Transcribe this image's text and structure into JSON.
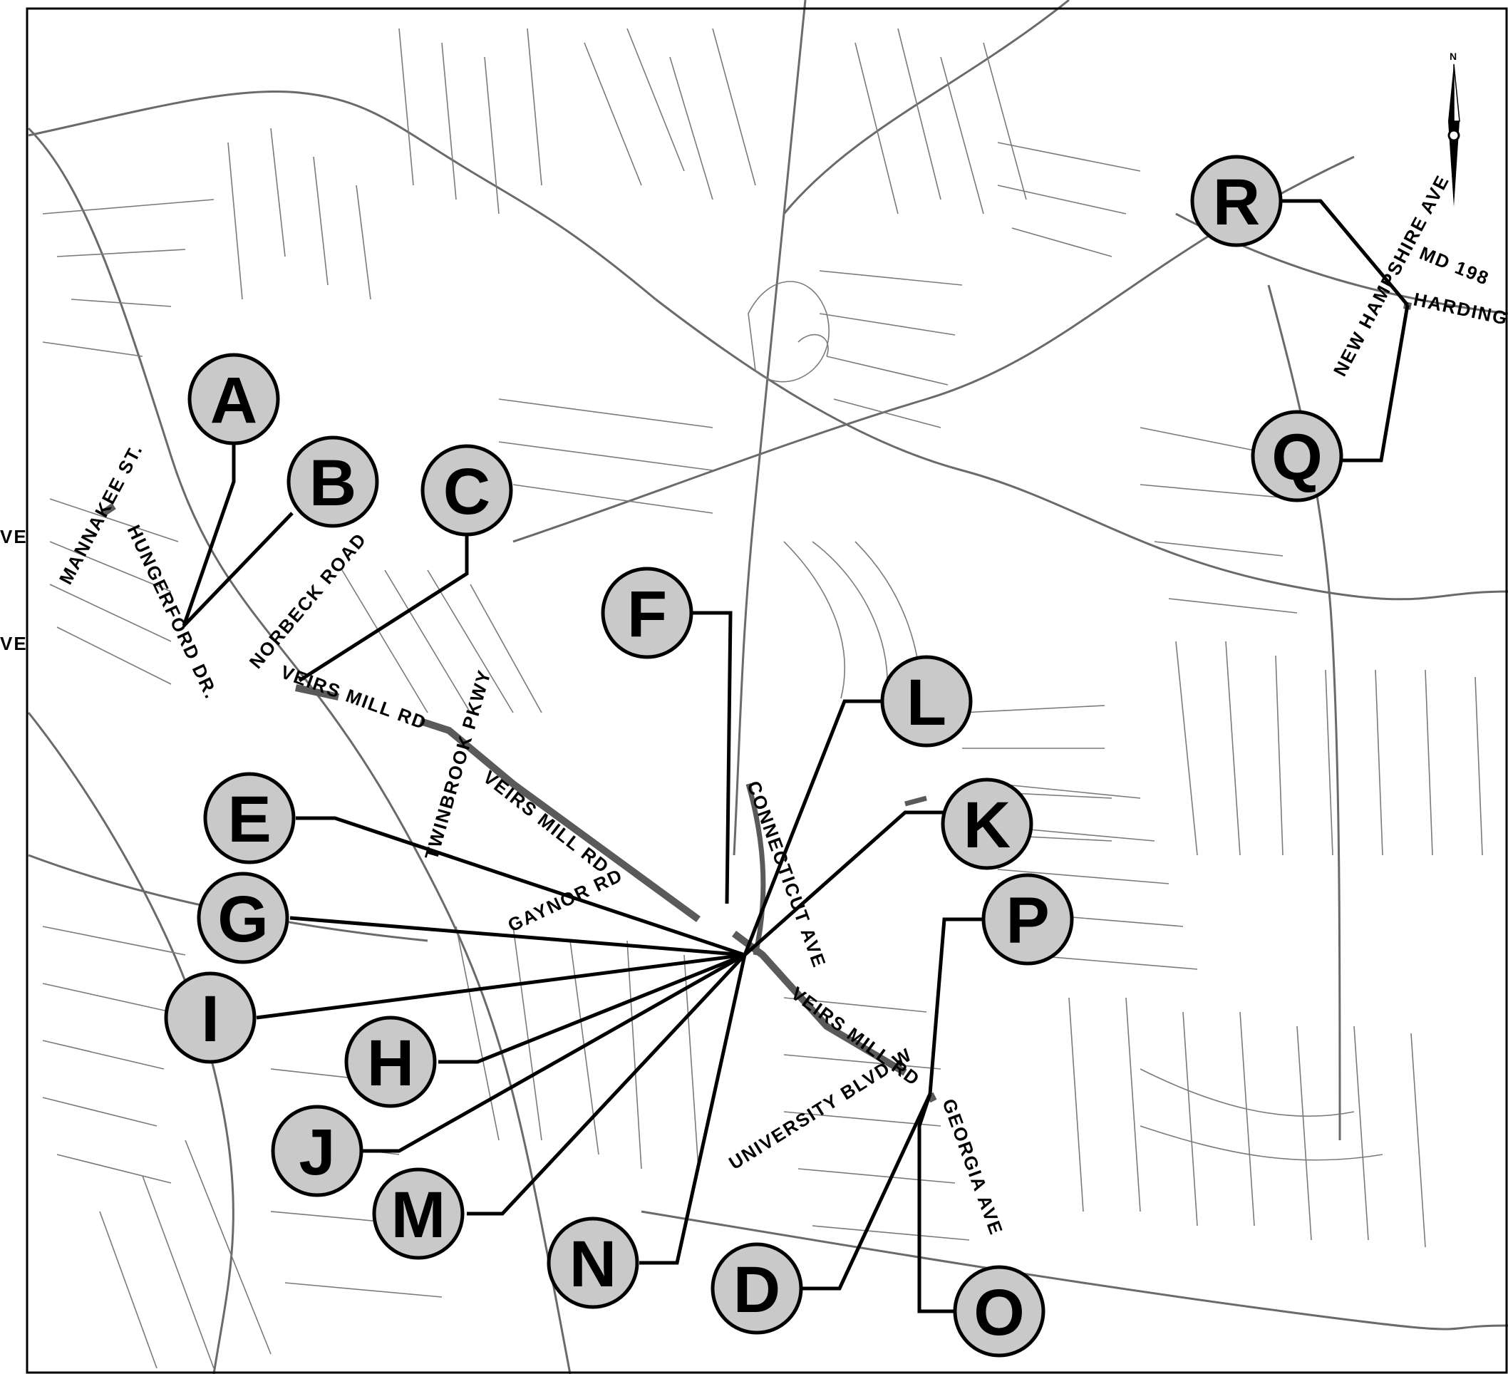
{
  "roads": {
    "mannakee": "MANNAKEE ST.",
    "hungerford": "HUNGERFORD DR.",
    "norbeck": "NORBECK ROAD",
    "veirs1": "VEIRS MILL RD",
    "twinbrook": "TWINBROOK PKWY",
    "veirs2": "VEIRS MILL RD",
    "gaynor": "GAYNOR RD",
    "connecticut": "CONNECTICUT AVE",
    "veirs3": "VEIRS MILL RD",
    "university": "UNIVERSITY BLVD W",
    "georgia": "GEORGIA AVE",
    "newhampshire": "NEW HAMPSHIRE AVE",
    "md198": "MD 198",
    "harding": "HARDING",
    "edge1": "VE",
    "edge2": "VE"
  },
  "markers": {
    "a": "A",
    "b": "B",
    "c": "C",
    "d": "D",
    "e": "E",
    "f": "F",
    "g": "G",
    "h": "H",
    "i": "I",
    "j": "J",
    "k": "K",
    "l": "L",
    "m": "M",
    "n": "N",
    "o": "O",
    "p": "P",
    "q": "Q",
    "r": "R"
  },
  "north_arrow": "N",
  "colors": {
    "marker_fill": "#c9c9c9",
    "line": "#000000",
    "street": "#7a7a7a",
    "corridor": "#5a5a5a"
  }
}
